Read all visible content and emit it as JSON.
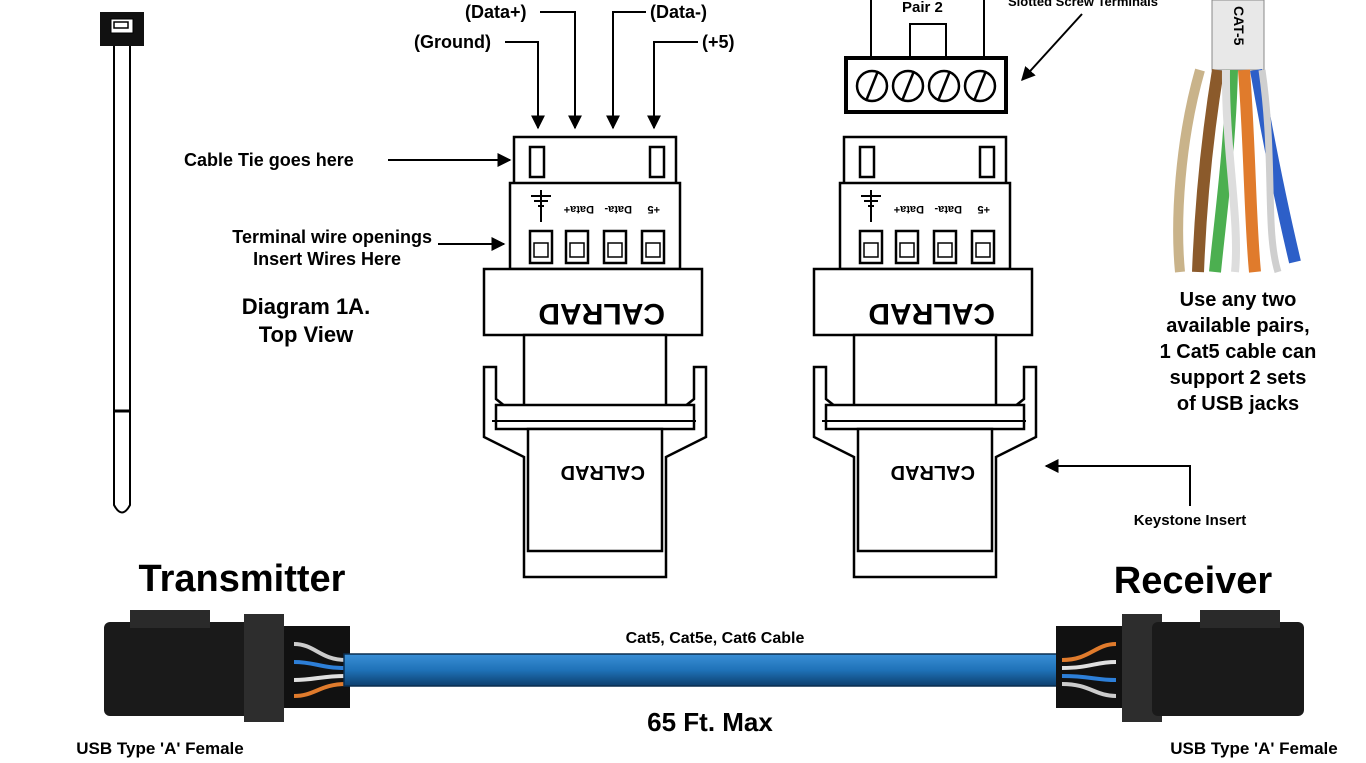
{
  "labels": {
    "data_plus": "(Data+)",
    "data_minus": "(Data-)",
    "ground": "(Ground)",
    "plus5": "(+5)",
    "pair2": "Pair 2",
    "slotted": "Slotted Screw Terminals",
    "cable_tie": "Cable Tie goes here",
    "terminal_line1": "Terminal wire openings",
    "terminal_line2": "Insert Wires Here",
    "diagram_line1": "Diagram 1A.",
    "diagram_line2": "Top View",
    "cat5_tag": "CAT-5",
    "pairs_note": [
      "Use any two",
      "available pairs,",
      "1 Cat5 cable can",
      "support 2 sets",
      "of  USB jacks"
    ],
    "keystone": "Keystone Insert",
    "transmitter": "Transmitter",
    "receiver": "Receiver",
    "cable_type": "Cat5, Cat5e, Cat6 Cable",
    "max_length": "65 Ft. Max",
    "usb_left": "USB Type 'A' Female",
    "usb_right": "USB Type 'A' Female"
  },
  "connector": {
    "brand": "CALRAD",
    "pins": [
      "+5",
      "Data-",
      "Data+"
    ],
    "ground_icon": "ground-symbol-icon"
  },
  "colors": {
    "cable_blue": "#1f72b8",
    "cable_dark": "#0d3f6e",
    "jack_black": "#1a1a1a",
    "wire_orange": "#e07b2c",
    "wire_blue": "#2d7fd8",
    "wire_green": "#4caf50",
    "wire_brown": "#8b5a2b"
  }
}
